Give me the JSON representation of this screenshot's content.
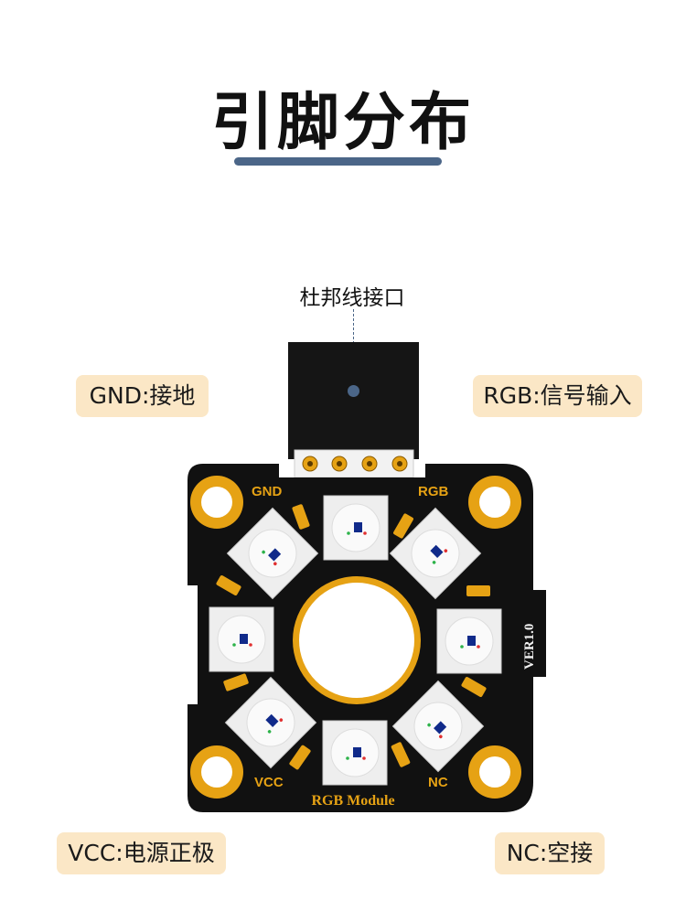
{
  "header": {
    "title": "引脚分布"
  },
  "connector": {
    "label": "杜邦线接口"
  },
  "pins": {
    "gnd": "GND:接地",
    "rgb": "RGB:信号输入",
    "vcc": "VCC:电源正极",
    "nc": "NC:空接"
  },
  "board": {
    "silk_gnd": "GND",
    "silk_rgb": "RGB",
    "silk_vcc": "VCC",
    "silk_nc": "NC",
    "silk_name": "RGB Module",
    "silk_version": "VER1.0"
  },
  "colors": {
    "accent": "#4b6688",
    "label_bg": "#fbe7c6",
    "pcb": "#111111",
    "gold": "#e6a214"
  }
}
